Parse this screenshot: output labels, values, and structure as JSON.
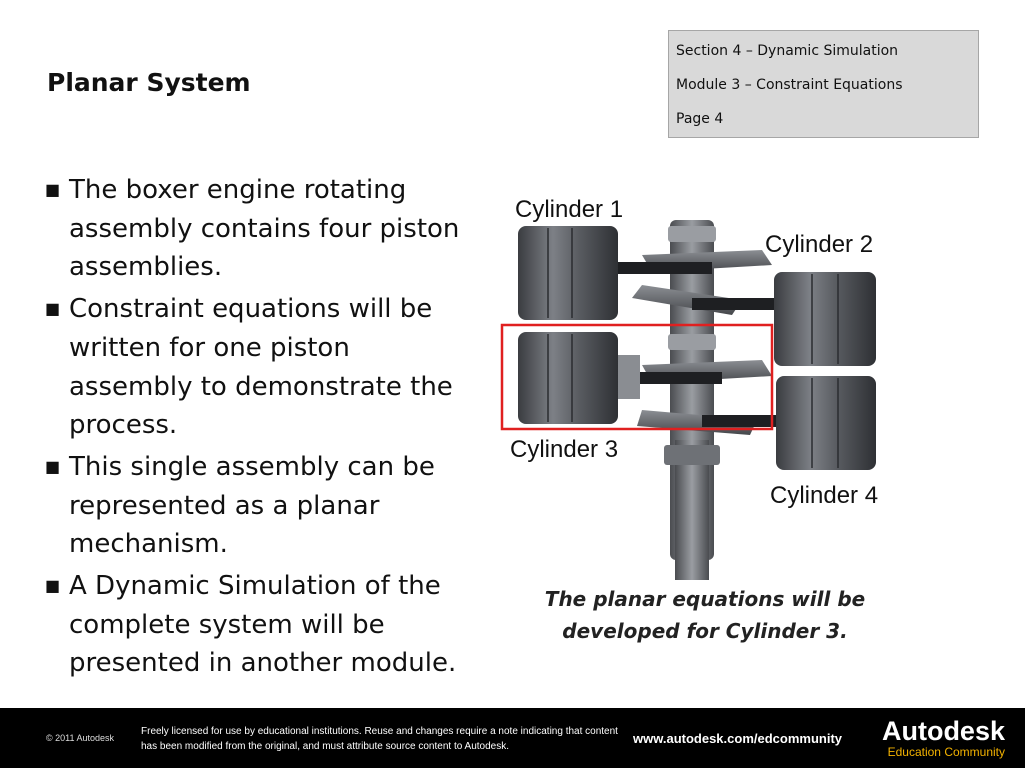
{
  "slide": {
    "title": "Planar System"
  },
  "info_box": {
    "section": "Section 4 – Dynamic Simulation",
    "module": "Module 3 – Constraint Equations",
    "page": "Page 4"
  },
  "bullets": [
    "The boxer engine rotating assembly contains four piston assemblies.",
    "Constraint equations will be written for one piston assembly to demonstrate the process.",
    "This single assembly can be represented as a planar mechanism.",
    "A Dynamic Simulation of the complete system will be presented in another module."
  ],
  "figure": {
    "labels": {
      "cylinder1": "Cylinder 1",
      "cylinder2": "Cylinder 2",
      "cylinder3": "Cylinder 3",
      "cylinder4": "Cylinder 4"
    },
    "highlight_color": "#e02020",
    "caption": "The planar equations will be developed for Cylinder 3."
  },
  "footer": {
    "copyright": "© 2011 Autodesk",
    "license": "Freely licensed for use by educational institutions. Reuse and changes require a note indicating that content has been modified from the original, and must attribute source content to Autodesk.",
    "url": "www.autodesk.com/edcommunity",
    "brand_name": "Autodesk",
    "brand_sub": "Education Community",
    "brand_sub_color": "#f3b200"
  }
}
